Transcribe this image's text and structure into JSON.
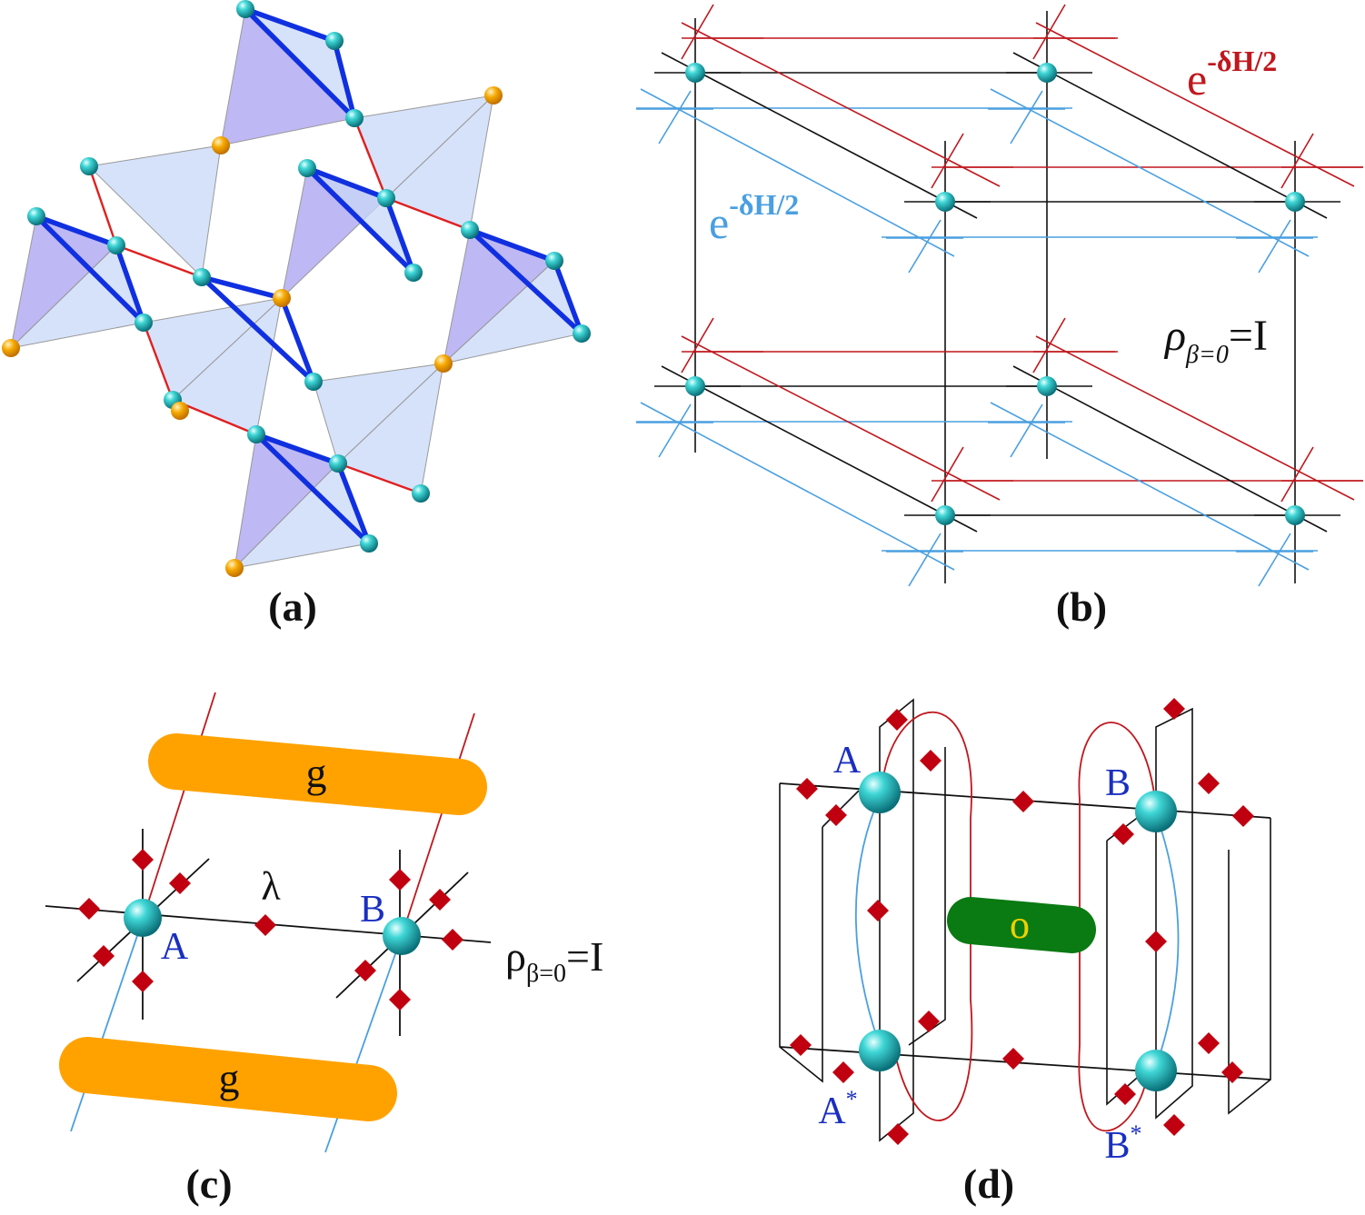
{
  "panels": {
    "a": {
      "caption": "(a)"
    },
    "b": {
      "caption": "(b)",
      "red_op": {
        "base": "e",
        "exp": "-δH/2"
      },
      "blue_op": {
        "base": "e",
        "exp": "-δH/2"
      },
      "rho_symbol": "ρ",
      "rho_sub": "β=0",
      "rho_eq": "=I"
    },
    "c": {
      "caption": "(c)",
      "gate_label": "g",
      "bond_label": "λ",
      "site_a": "A",
      "site_b": "B",
      "rho_symbol": "ρ",
      "rho_sub": "β=0",
      "rho_eq": "=I"
    },
    "d": {
      "caption": "(d)",
      "site_a": "A",
      "site_b": "B",
      "site_a_conj": "A",
      "site_b_conj": "B",
      "conj_mark": "*",
      "operator_label": "o"
    }
  },
  "colors": {
    "red_line": "#c0171d",
    "blue_line": "#4a9fe0",
    "black_line": "#111111",
    "cyan_node": "#19c2c2",
    "orange_node": "#f4a000",
    "gate_fill": "#ffa200",
    "operator_fill": "#0a7a12",
    "operator_text": "#f0d000",
    "diamond_fill": "#c00010",
    "letter_blue": "#1a2fc0",
    "tetra_dark": "#a8a0f0",
    "tetra_light": "#c8d8f8",
    "bond_blue": "#1030e0"
  }
}
